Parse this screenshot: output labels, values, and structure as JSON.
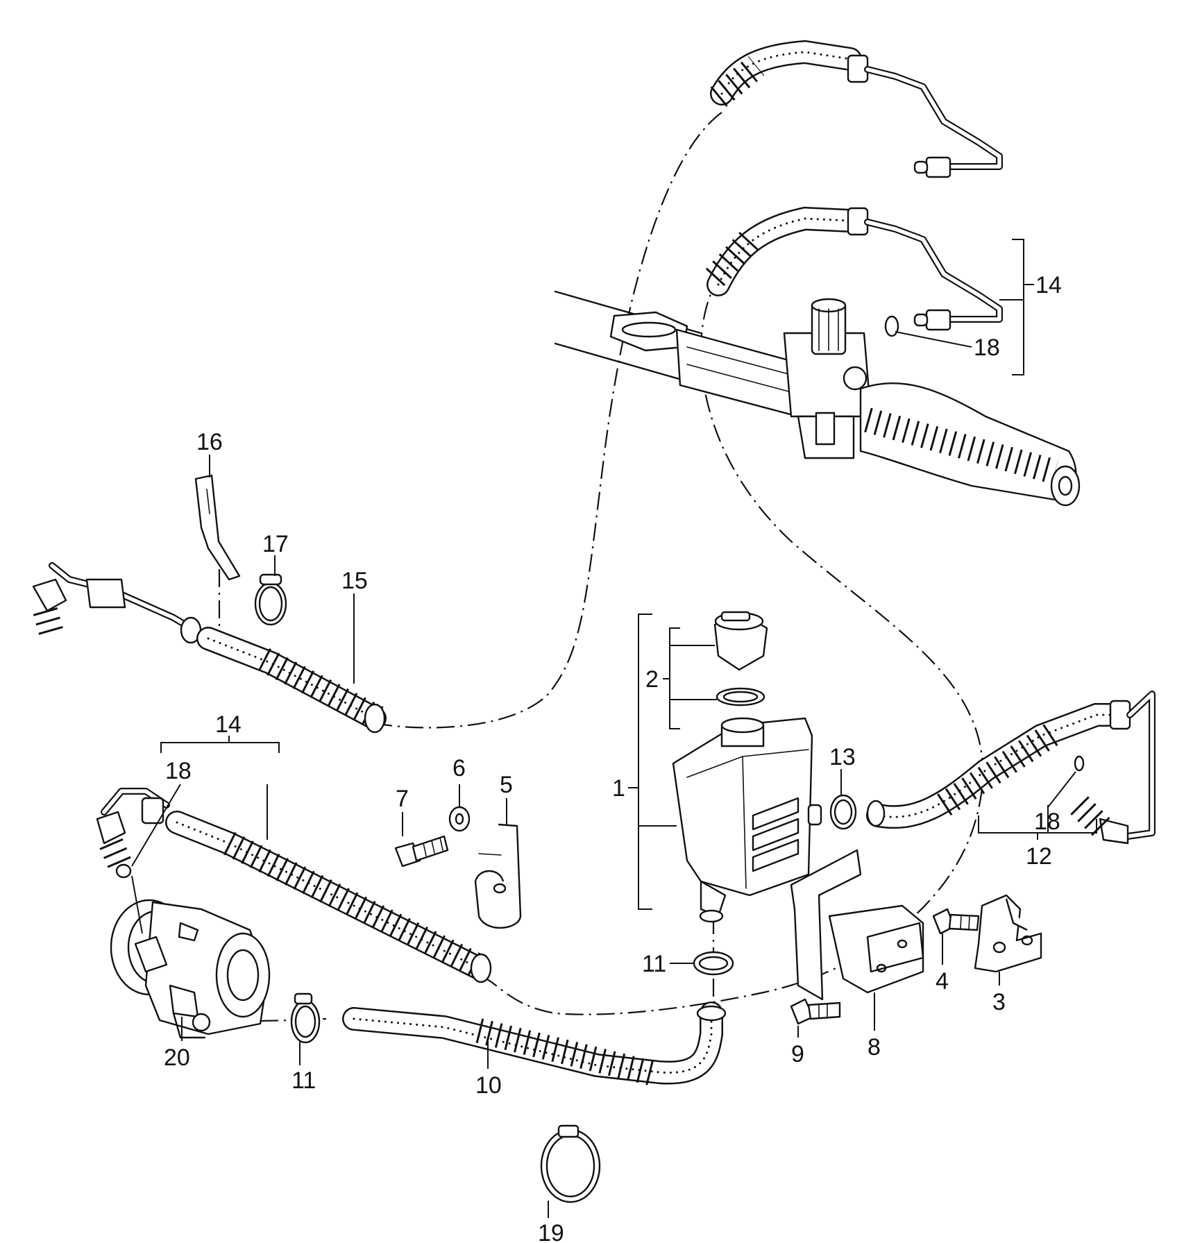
{
  "callouts": {
    "c1": "1",
    "c2": "2",
    "c3": "3",
    "c4": "4",
    "c5": "5",
    "c6": "6",
    "c7": "7",
    "c8": "8",
    "c9": "9",
    "c10": "10",
    "c11a": "11",
    "c11b": "11",
    "c12": "12",
    "c13": "13",
    "c14a": "14",
    "c14b": "14",
    "c15": "15",
    "c16": "16",
    "c17": "17",
    "c18a": "18",
    "c18b": "18",
    "c18c": "18",
    "c19": "19",
    "c20": "20"
  },
  "colors": {
    "line": "#111111",
    "background": "#ffffff"
  },
  "icons": [
    "steering-rack",
    "reservoir",
    "pump",
    "hose-clamp",
    "bolt",
    "washer",
    "bracket"
  ]
}
